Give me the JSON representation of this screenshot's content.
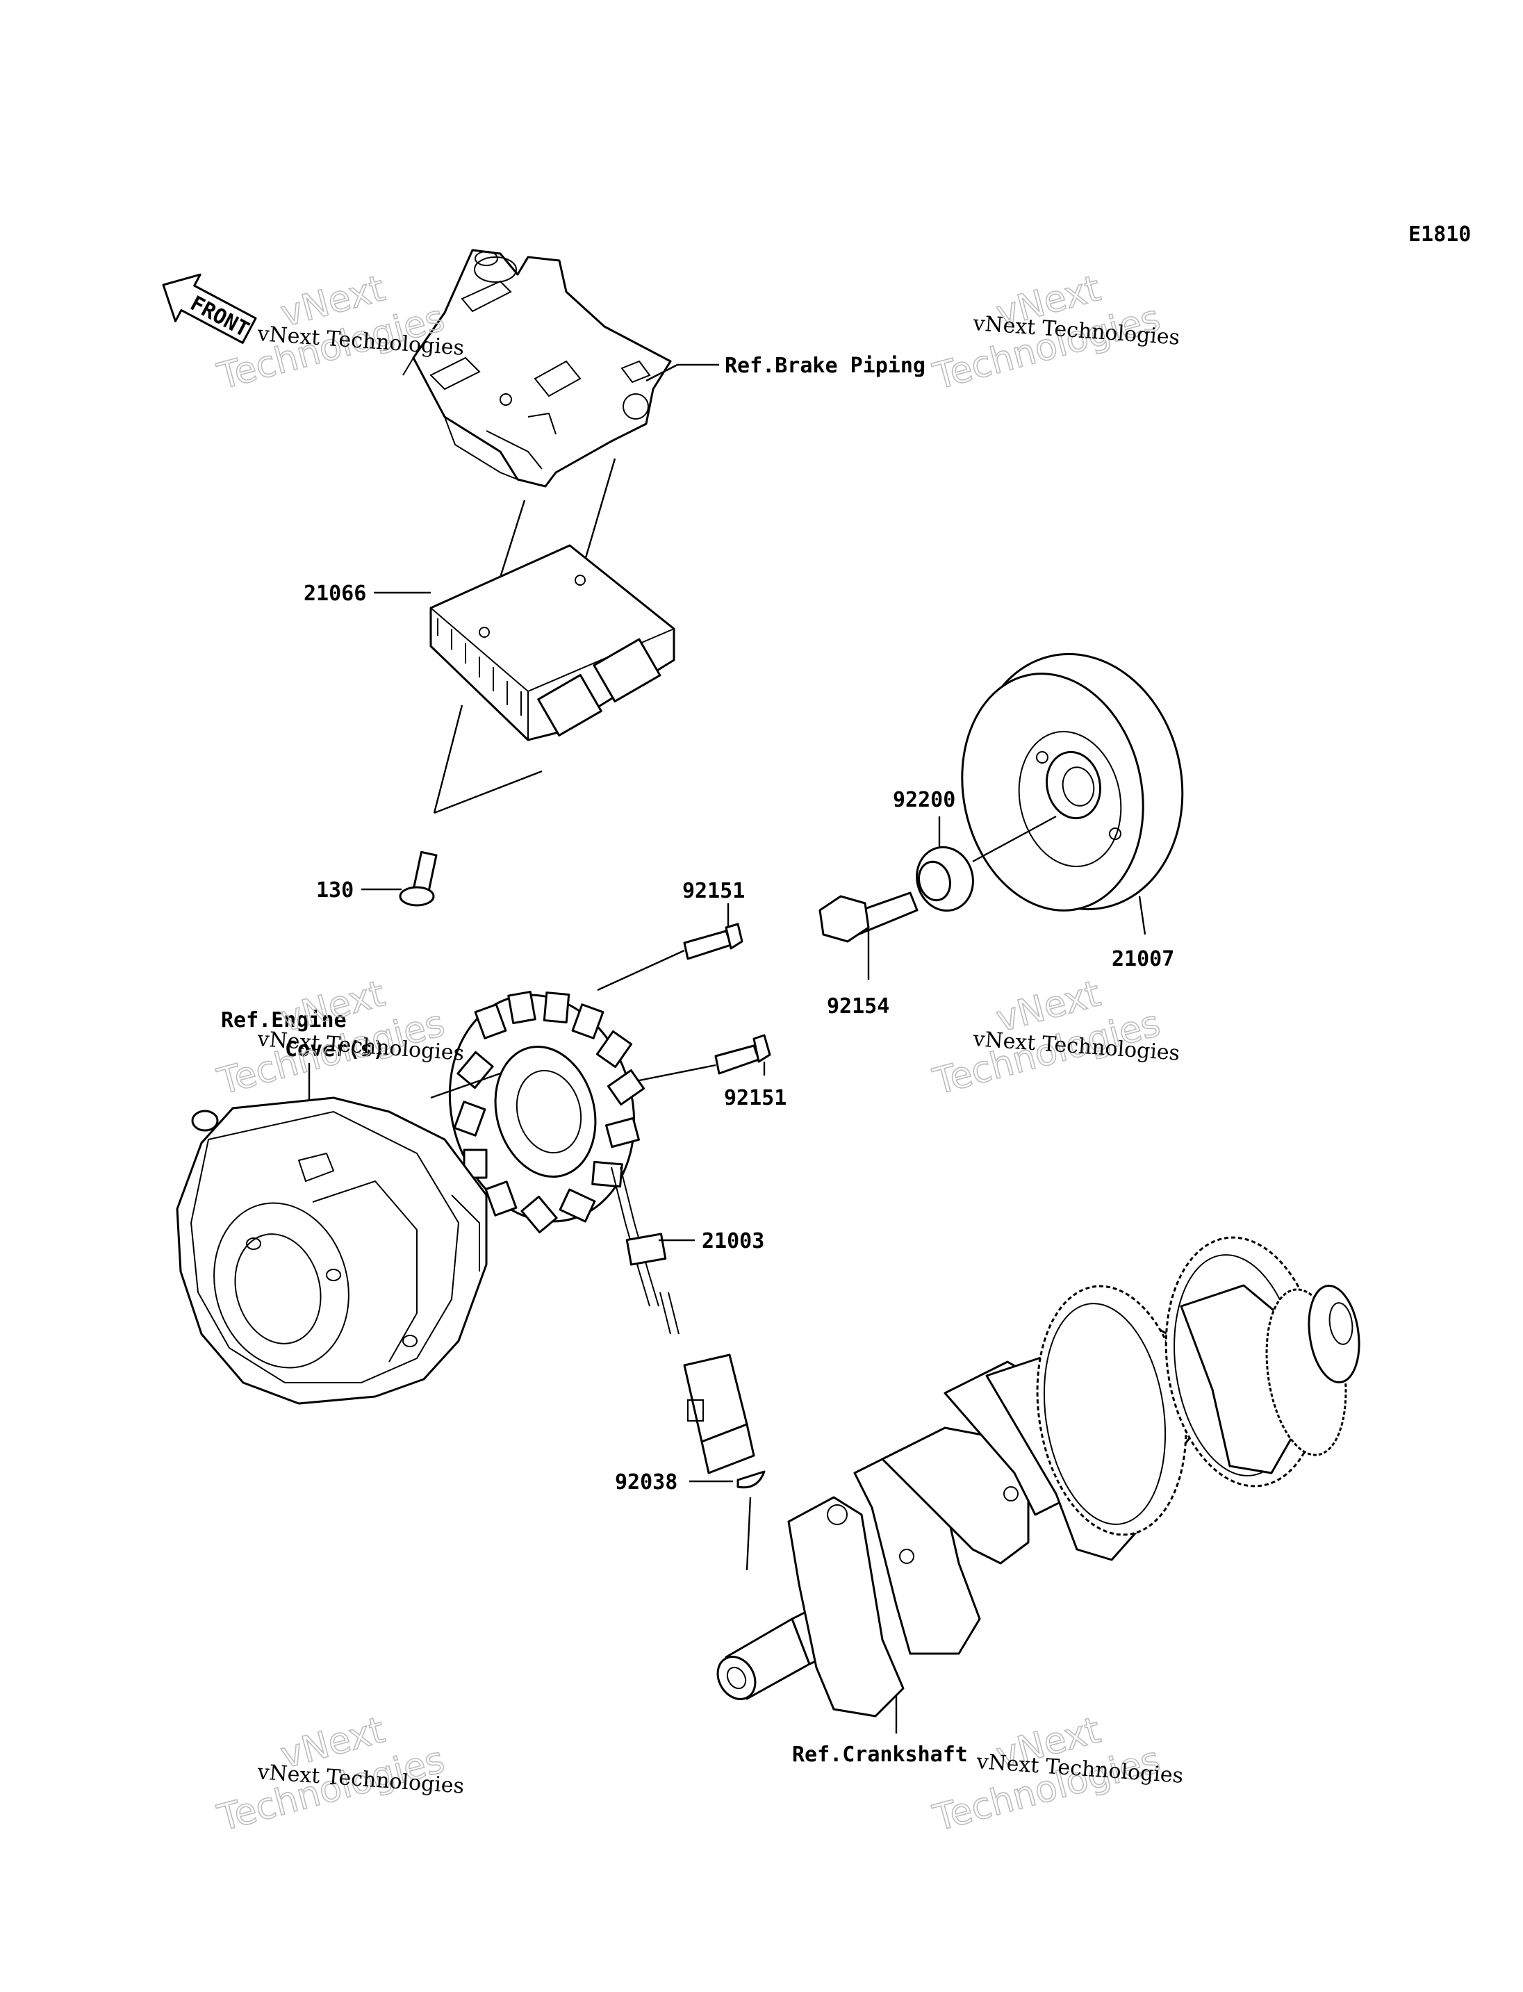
{
  "diagram": {
    "code": "E1810",
    "front_arrow": "FRONT",
    "labels": {
      "ref_brake_piping": "Ref.Brake Piping",
      "p21066": "21066",
      "p130": "130",
      "p92200": "92200",
      "p21007": "21007",
      "p92154": "92154",
      "p92151_top": "92151",
      "p92151_bottom": "92151",
      "ref_engine_line1": "Ref.Engine",
      "ref_engine_line2": "Cover(s)",
      "p21003": "21003",
      "p92038": "92038",
      "ref_crankshaft": "Ref.Crankshaft"
    }
  },
  "watermark": {
    "line1": "vNext Technologies",
    "big_line1": "vNext",
    "big_line2": "Technologies"
  }
}
